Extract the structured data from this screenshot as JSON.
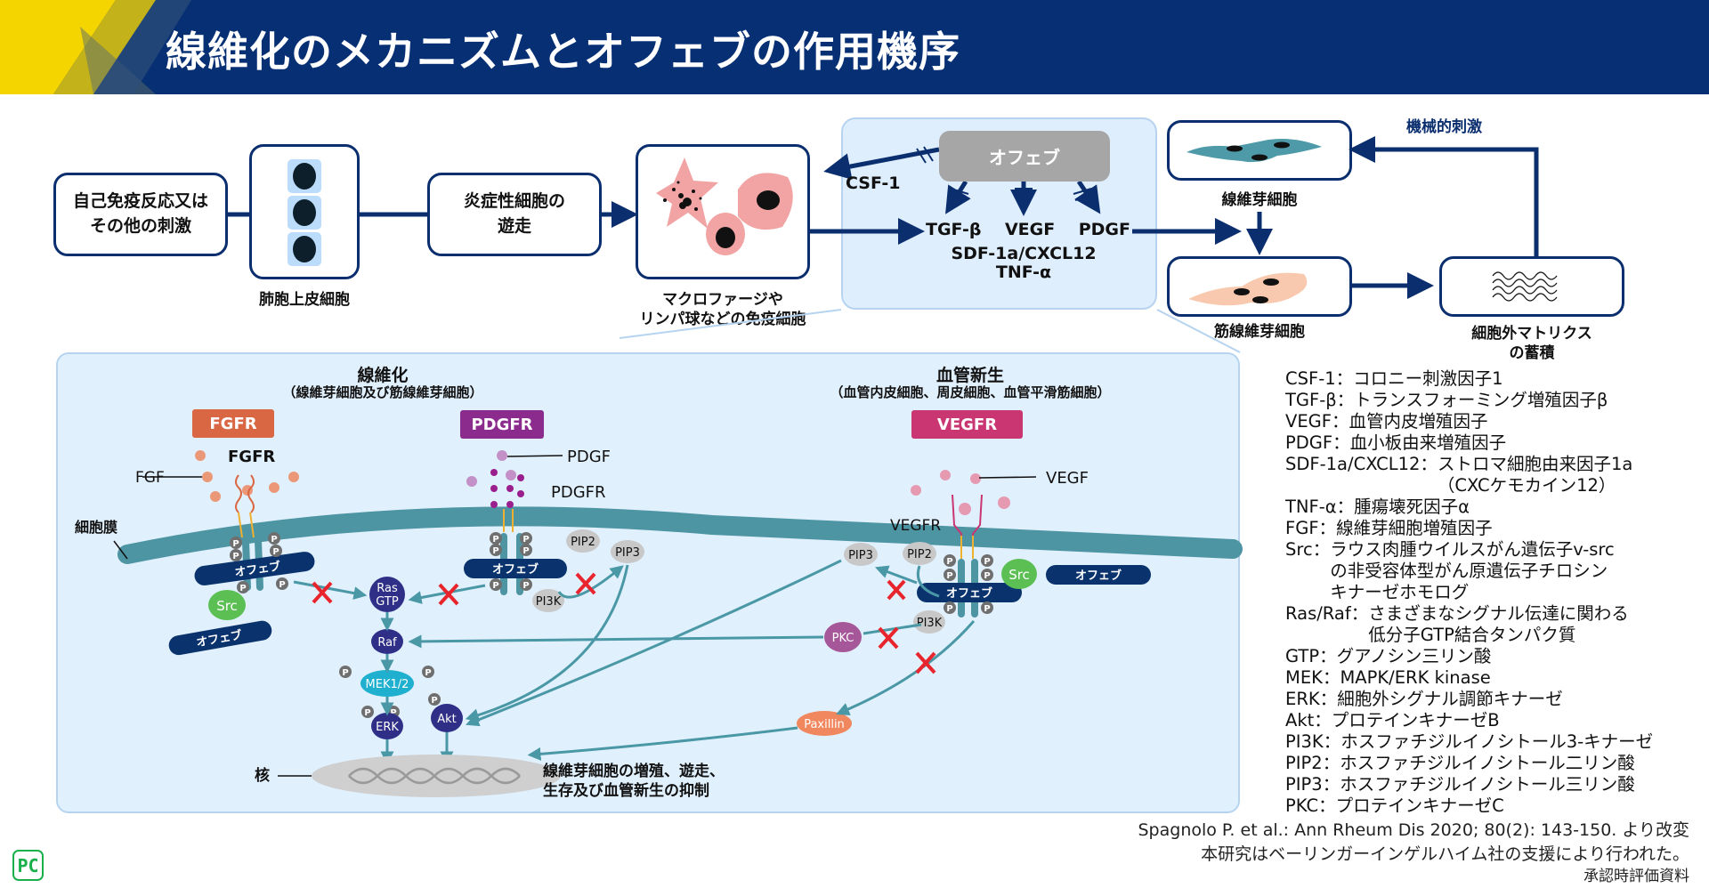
{
  "header": {
    "title": "線維化のメカニズムとオフェブの作用機序",
    "accent_colors": {
      "navy": "#062f74",
      "yellow": "#f5d500"
    }
  },
  "flow_top": {
    "stimulus_box": {
      "line1": "自己免疫反応又は",
      "line2": "その他の刺激"
    },
    "epithelial_caption": "肺胞上皮細胞",
    "migration_box": {
      "line1": "炎症性細胞の",
      "line2": "遊走"
    },
    "immune_caption": {
      "line1": "マクロファージや",
      "line2": "リンパ球などの免疫細胞"
    },
    "drug_box": "オフェブ",
    "csf": "CSF-1",
    "factors_row": [
      "TGF-β",
      "VEGF",
      "PDGF"
    ],
    "factors_line2": "SDF-1a/CXCL12",
    "factors_line3": "TNF-α",
    "fibroblast_caption": "線維芽細胞",
    "myofibroblast_caption": "筋線維芽細胞",
    "ecm_caption": {
      "line1": "細胞外マトリクス",
      "line2": "の蓄積"
    },
    "mechanical_label": "機械的刺激"
  },
  "pathway": {
    "fibrosis_title": "線維化",
    "fibrosis_subtitle": "（線維芽細胞及び筋線維芽細胞）",
    "angio_title": "血管新生",
    "angio_subtitle": "（血管内皮細胞、周皮細胞、血管平滑筋細胞）",
    "receptor_badges": [
      {
        "label": "FGFR",
        "color": "#d96744"
      },
      {
        "label": "PDGFR",
        "color": "#8c2b8e"
      },
      {
        "label": "VEGFR",
        "color": "#c93672"
      }
    ],
    "labels": {
      "fgfr": "FGFR",
      "fgf": "FGF",
      "pdgf": "PDGF",
      "pdgfr": "PDGFR",
      "vegf": "VEGF",
      "vegfr": "VEGFR",
      "membrane": "細胞膜",
      "nucleus": "核",
      "drug": "オフェブ",
      "p": "P",
      "src": "Src",
      "pip2": "PIP2",
      "pip3": "PIP3",
      "pi3k": "PI3K",
      "ras1": "Ras",
      "ras2": "GTP",
      "raf": "Raf",
      "mek": "MEK1/2",
      "erk": "ERK",
      "akt": "Akt",
      "pkc": "PKC",
      "paxillin": "Paxillin"
    },
    "outcome": {
      "line1": "線維芽細胞の増殖、遊走、",
      "line2": "生存及び血管新生の抑制"
    }
  },
  "glossary": [
    {
      "term": "CSF-1",
      "def": "コロニー刺激因子1"
    },
    {
      "term": "TGF-β",
      "def": "トランスフォーミング増殖因子β"
    },
    {
      "term": "VEGF",
      "def": "血管内皮増殖因子"
    },
    {
      "term": "PDGF",
      "def": "血小板由来増殖因子"
    },
    {
      "term": "SDF-1a/CXCL12",
      "def": "ストロマ細胞由来因子1a",
      "cont": [
        "（CXCケモカイン12）"
      ]
    },
    {
      "term": "TNF-α",
      "def": "腫瘍壊死因子α"
    },
    {
      "term": "FGF",
      "def": "線維芽細胞増殖因子"
    },
    {
      "term": "Src",
      "def": "ラウス肉腫ウイルスがん遺伝子v-src",
      "cont": [
        "の非受容体型がん原遺伝子チロシン",
        "キナーゼホモログ"
      ]
    },
    {
      "term": "Ras/Raf",
      "def": "さまざまなシグナル伝達に関わる",
      "cont": [
        "低分子GTP結合タンパク質"
      ]
    },
    {
      "term": "GTP",
      "def": "グアノシン三リン酸"
    },
    {
      "term": "MEK",
      "def": "MAPK/ERK kinase"
    },
    {
      "term": "ERK",
      "def": "細胞外シグナル調節キナーゼ"
    },
    {
      "term": "Akt",
      "def": "プロテインキナーゼB"
    },
    {
      "term": "PI3K",
      "def": "ホスファチジルイノシトール3-キナーゼ"
    },
    {
      "term": "PIP2",
      "def": "ホスファチジルイノシトール二リン酸"
    },
    {
      "term": "PIP3",
      "def": "ホスファチジルイノシトール三リン酸"
    },
    {
      "term": "PKC",
      "def": "プロテインキナーゼC"
    }
  ],
  "footer": {
    "citation": "Spagnolo P. et al.: Ann Rheum Dis 2020; 80(2): 143-150. より改変",
    "support": "本研究はベーリンガーインゲルハイム社の支援により行われた。",
    "note": "承認時評価資料",
    "logo": "PC"
  }
}
